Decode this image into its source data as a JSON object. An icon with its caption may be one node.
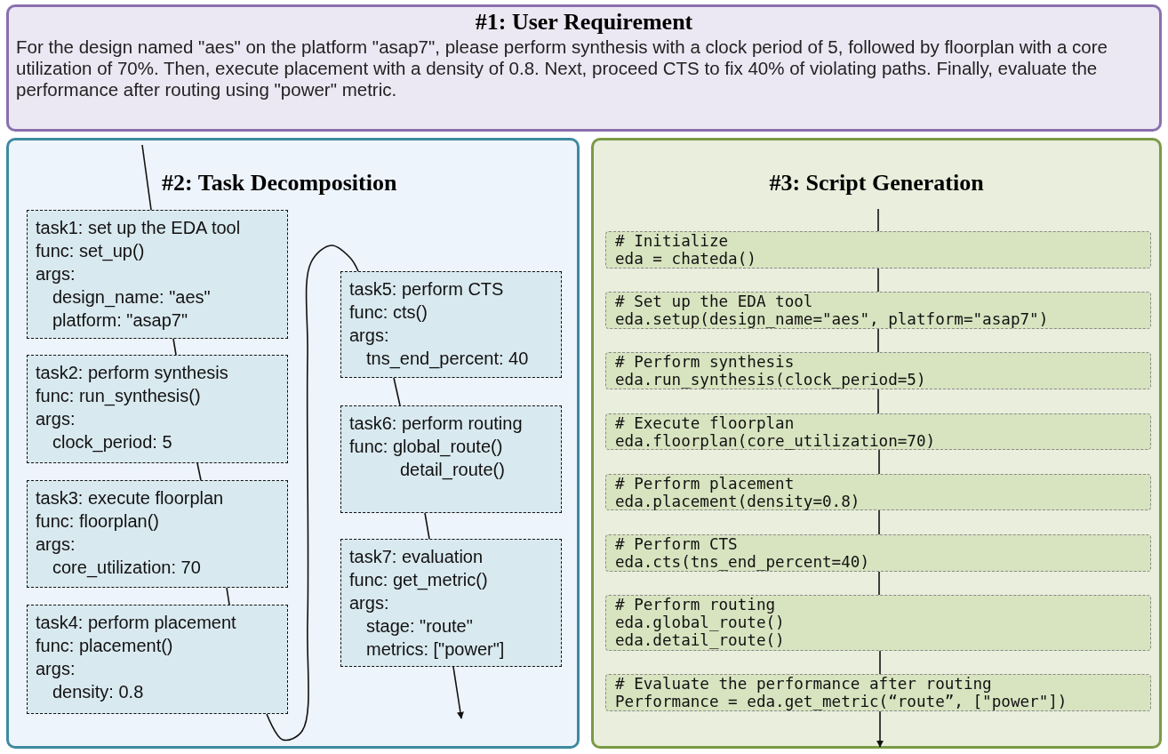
{
  "diagram": {
    "nodes": [
      {
        "text": [
          "#1: User Requirement",
          "For the design named \"aes\" on the platform \"asap7\", please perform synthesis with a clock period of 5, followed by floorplan with a core utilization of 70%. Then, execute placement with a density of 0.8. Next, proceed CTS to fix 40% of violating paths. Finally, evaluate the performance after routing using \"power\" metric."
        ]
      },
      {
        "text": [
          "#2: Task Decomposition"
        ]
      },
      {
        "text": [
          "task1: set up the EDA tool",
          "func: set_up()",
          "args:",
          "design_name: \"aes\"",
          "platform: \"asap7\""
        ],
        "in": 1
      },
      {
        "text": [
          "task2: perform synthesis",
          "func: run_synthesis()",
          "args:",
          "clock_period: 5"
        ],
        "in": 1
      },
      {
        "text": [
          "task3: execute floorplan",
          "func: floorplan()",
          "args:",
          "core_utilization: 70"
        ],
        "in": 1
      },
      {
        "text": [
          "task4: perform placement",
          "func: placement()",
          "args:",
          "density: 0.8"
        ],
        "in": 1
      },
      {
        "text": [
          "task5: perform CTS",
          "func: cts()",
          "args:",
          "tns_end_percent: 40"
        ],
        "in": 1
      },
      {
        "text": [
          "task6: perform routing",
          "func: global_route()",
          "detail_route()"
        ],
        "in": 1
      },
      {
        "text": [
          "task7: evaluation",
          "func: get_metric()",
          "args:",
          "stage: \"route\"",
          "metrics: [\"power\"]"
        ],
        "in": 1
      },
      {
        "text": [
          "#3: Script Generation"
        ]
      },
      {
        "text": [
          "# Initialize",
          "eda = chateda()"
        ],
        "in": 9
      },
      {
        "text": [
          "# Set up the EDA tool",
          "eda.setup(design_name=\"aes\", platform=\"asap7\")"
        ],
        "in": 9
      },
      {
        "text": [
          "# Perform synthesis",
          "eda.run_synthesis(clock_period=5)"
        ],
        "in": 9
      },
      {
        "text": [
          "# Execute floorplan",
          "eda.floorplan(core_utilization=70)"
        ],
        "in": 9
      },
      {
        "text": [
          "# Perform placement",
          "eda.placement(density=0.8)"
        ],
        "in": 9
      },
      {
        "text": [
          "# Perform CTS",
          "eda.cts(tns_end_percent=40)"
        ],
        "in": 9
      },
      {
        "text": [
          "# Perform routing",
          "eda.global_route()",
          "eda.detail_route()"
        ],
        "in": 9
      },
      {
        "text": [
          "# Evaluate the performance after routing",
          "Performance = eda.get_metric(“route”, [\"power\"])"
        ],
        "in": 9
      }
    ],
    "edges": [
      {
        "from": null,
        "to": 2,
        "arrow": "none"
      },
      {
        "from": 2,
        "to": 3,
        "arrow": "none"
      },
      {
        "from": 3,
        "to": 4,
        "arrow": "none"
      },
      {
        "from": 4,
        "to": 5,
        "arrow": "none"
      },
      {
        "from": 5,
        "to": 6,
        "arrow": "none"
      },
      {
        "from": 6,
        "to": 7,
        "arrow": "none"
      },
      {
        "from": 7,
        "to": 8,
        "arrow": "none"
      },
      {
        "from": 8,
        "to": null,
        "arrow": "to"
      },
      {
        "from": null,
        "to": 10,
        "arrow": "none"
      },
      {
        "from": 10,
        "to": 11,
        "arrow": "none"
      },
      {
        "from": 11,
        "to": 12,
        "arrow": "none"
      },
      {
        "from": 12,
        "to": 13,
        "arrow": "none"
      },
      {
        "from": 13,
        "to": 14,
        "arrow": "none"
      },
      {
        "from": 14,
        "to": 15,
        "arrow": "none"
      },
      {
        "from": 15,
        "to": 16,
        "arrow": "none"
      },
      {
        "from": 16,
        "to": 17,
        "arrow": "none"
      },
      {
        "from": 17,
        "to": null,
        "arrow": "to"
      }
    ]
  }
}
